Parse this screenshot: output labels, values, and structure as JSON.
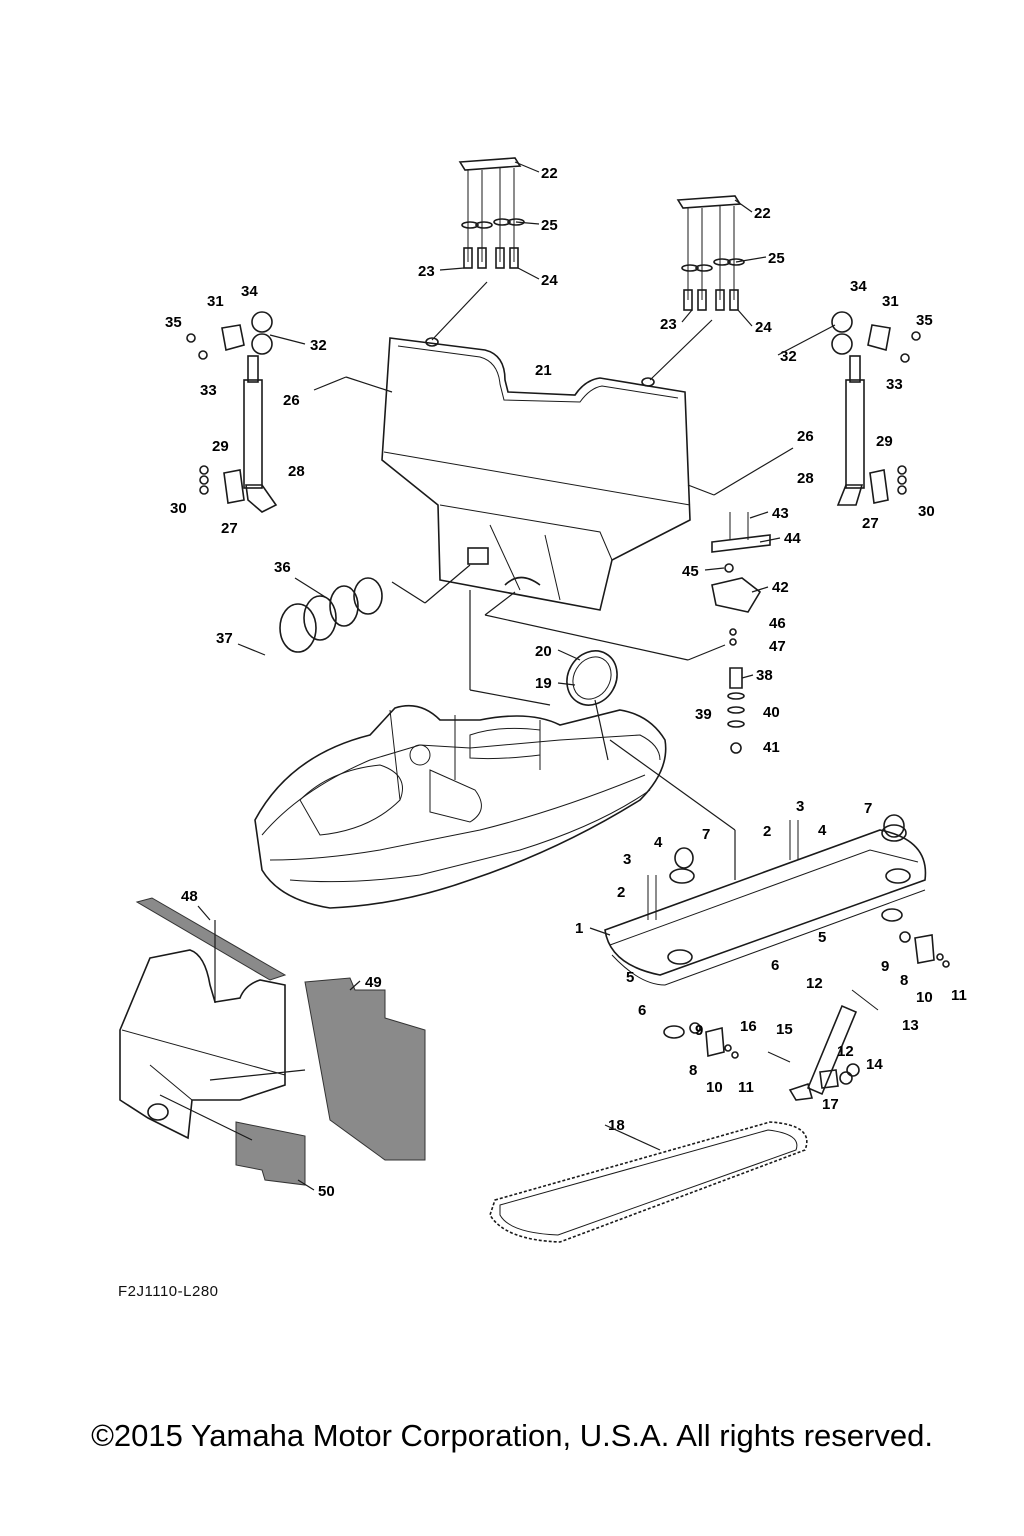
{
  "diagram_code": "F2J1110-L280",
  "copyright": "©2015 Yamaha Motor Corporation, U.S.A. All rights reserved.",
  "callouts": [
    "1",
    "2",
    "3",
    "4",
    "5",
    "6",
    "7",
    "8",
    "9",
    "10",
    "11",
    "12",
    "13",
    "14",
    "15",
    "16",
    "17",
    "18",
    "19",
    "20",
    "21",
    "22",
    "23",
    "24",
    "25",
    "26",
    "27",
    "28",
    "29",
    "30",
    "31",
    "32",
    "33",
    "34",
    "35",
    "36",
    "37",
    "38",
    "39",
    "40",
    "41",
    "42",
    "43",
    "44",
    "45",
    "46",
    "47",
    "48",
    "49",
    "50"
  ]
}
